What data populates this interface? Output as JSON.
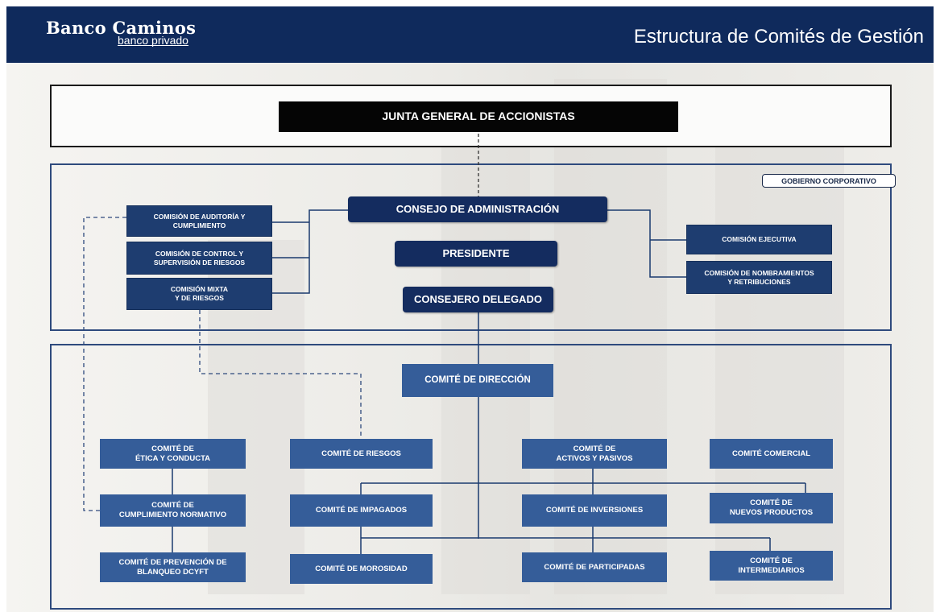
{
  "header": {
    "logo_main": "Banco Caminos",
    "logo_sub": "banco privado",
    "title": "Estructura de Comités de Gestión"
  },
  "top": {
    "junta": "JUNTA GENERAL DE ACCIONISTAS"
  },
  "gobierno": {
    "tag": "GOBIERNO CORPORATIVO",
    "consejo": "CONSEJO DE ADMINISTRACIÓN",
    "presidente": "PRESIDENTE",
    "consejero": "CONSEJERO DELEGADO",
    "comisiones_izq": [
      "COMISIÓN DE AUDITORÍA Y\nCUMPLIMIENTO",
      "COMISIÓN DE CONTROL Y\nSUPERVISIÓN DE RIESGOS",
      "COMISIÓN MIXTA\nY DE RIESGOS"
    ],
    "comisiones_der": [
      "COMISIÓN EJECUTIVA",
      "COMISIÓN DE NOMBRAMIENTOS\nY RETRIBUCIONES"
    ]
  },
  "direccion": {
    "comite_direccion": "COMITÉ DE DIRECCIÓN",
    "col1": [
      "COMITÉ DE\nÉTICA Y CONDUCTA",
      "COMITÉ DE\nCUMPLIMIENTO NORMATIVO",
      "COMITÉ DE PREVENCIÓN DE\nBLANQUEO DCYFT"
    ],
    "col2": [
      "COMITÉ DE RIESGOS",
      "COMITÉ DE IMPAGADOS",
      "COMITÉ DE MOROSIDAD"
    ],
    "col3": [
      "COMITÉ DE\nACTIVOS Y PASIVOS",
      "COMITÉ DE INVERSIONES",
      "COMITÉ DE PARTICIPADAS"
    ],
    "col4": [
      "COMITÉ COMERCIAL",
      "COMITÉ DE\nNUEVOS PRODUCTOS",
      "COMITÉ DE\nINTERMEDIARIOS"
    ]
  },
  "colors": {
    "header_bg": "#0f2a5c",
    "navy_box": "#142c5f",
    "commission_box": "#1e3d70",
    "committee_box": "#355d99",
    "frame_border": "#2e4a7d"
  }
}
